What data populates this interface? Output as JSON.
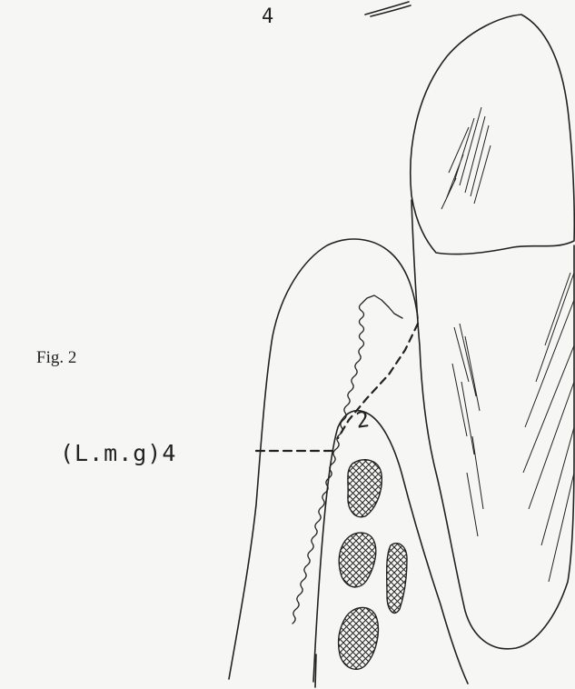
{
  "labels": {
    "top_number": "4",
    "figure_caption": "Fig. 2",
    "side_label": "(L.m.g)4",
    "depth_number": "2"
  },
  "colors": {
    "ink": "#222222",
    "paper": "#f6f6f4"
  }
}
